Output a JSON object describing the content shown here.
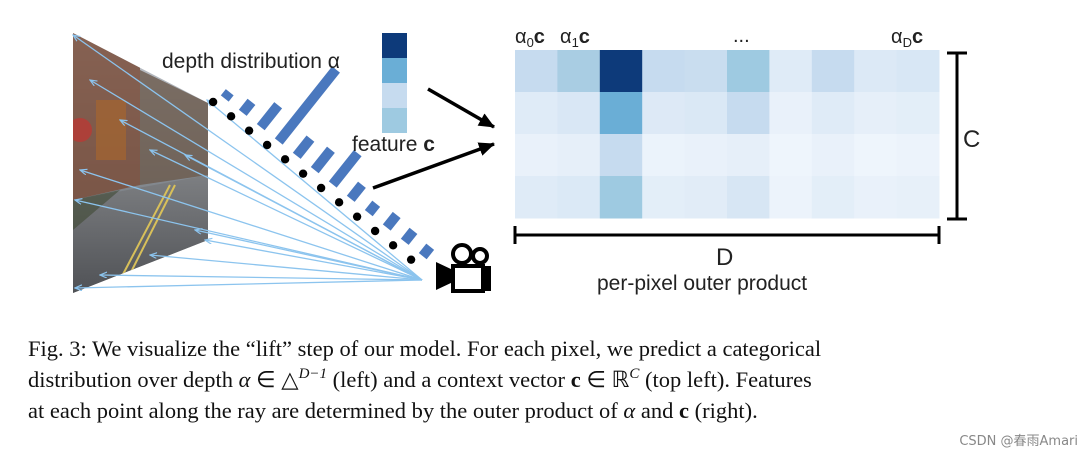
{
  "figure": {
    "depth_label": "depth distribution α",
    "feature_label_prefix": "feature",
    "feature_label_bold": "c",
    "col_labels": [
      {
        "base": "α",
        "sub": "0",
        "bold": "c"
      },
      {
        "base": "α",
        "sub": "1",
        "bold": "c"
      },
      {
        "base": "α",
        "sub": "D",
        "bold": "c"
      }
    ],
    "ellipsis": "...",
    "c_axis_label": "C",
    "d_axis_label": "D",
    "outer_product_label": "per-pixel outer product",
    "depth_bar_colors": [
      "#0d3a7a",
      "#6aaed6",
      "#c6dbef",
      "#9ecae1"
    ],
    "grid_colors": [
      [
        "#c6dbef",
        "#a9cde3",
        "#0d3a7a",
        "#c6dbef",
        "#c9ddef",
        "#9ecae1",
        "#dfebf7",
        "#c6dbef",
        "#dce9f6",
        "#d8e7f5"
      ],
      [
        "#dfebf7",
        "#d9e7f5",
        "#6aaed6",
        "#dde9f6",
        "#dae8f5",
        "#c6dbef",
        "#e9f1fa",
        "#dfebf7",
        "#e6eff9",
        "#e3eef8"
      ],
      [
        "#e9f1fa",
        "#e6eff9",
        "#c6dbef",
        "#ebf3fb",
        "#e9f1fa",
        "#e6eff9",
        "#eef5fc",
        "#e9f1fa",
        "#eef5fc",
        "#ecf3fb"
      ],
      [
        "#dfebf7",
        "#dbe9f6",
        "#9ecae1",
        "#e3eef8",
        "#e1ecf7",
        "#d7e6f4",
        "#ecf3fb",
        "#e3eef8",
        "#e9f1fa",
        "#e7f0f9"
      ]
    ]
  },
  "caption": {
    "prefix": "Fig. 3:",
    "line1": " We visualize the “lift” step of our model. For each pixel, we predict a categorical",
    "line2_a": "distribution over depth ",
    "alpha": "α",
    "in1": " ∈ △",
    "sup1": "D−1",
    "line2_b": " (left) and a context vector ",
    "c_bold": "c",
    "in2": " ∈ ℝ",
    "sup2": "C",
    "line2_c": " (top left). Features",
    "line3_a": "at each point along the ray are determined by the outer product of ",
    "alpha2": "α",
    "line3_b": " and ",
    "c_bold2": "c",
    "line3_c": " (right)."
  },
  "watermark": "CSDN @春雨Amari"
}
